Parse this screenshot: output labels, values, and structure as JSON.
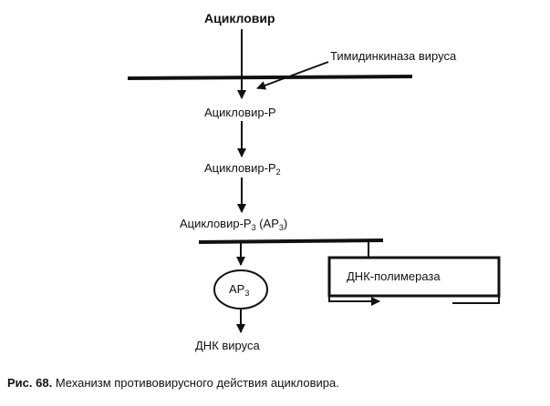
{
  "diagram": {
    "title": "Ацикловир",
    "enzyme_label": "Тимидинкиназа вируса",
    "step1": "Ацикловир-Р",
    "step2": {
      "text": "Ацикловир-Р",
      "sub": "2"
    },
    "step3": {
      "text": "Ацикловир-Р",
      "sub": "3",
      "paren_open": " (АР",
      "paren_sub": "3",
      "paren_close": ")"
    },
    "ap3": {
      "text": "АР",
      "sub": "3"
    },
    "polymerase_label": "ДНК-полимераза",
    "product_label": "ДНК вируса"
  },
  "caption": {
    "number": "Рис. 68.",
    "text": " Механизм противовирусного действия ацикловира."
  }
}
